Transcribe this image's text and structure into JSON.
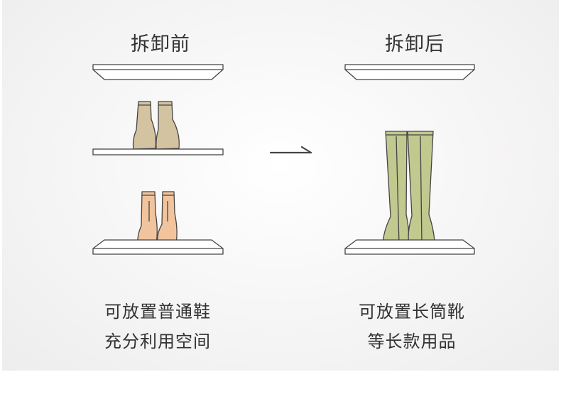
{
  "before": {
    "title": "拆卸前",
    "caption_line1": "可放置普通鞋",
    "caption_line2": "充分利用空间"
  },
  "after": {
    "title": "拆卸后",
    "caption_line1": "可放置长筒靴",
    "caption_line2": "等长款用品"
  },
  "colors": {
    "ankle_boots": "#d4c3a0",
    "short_boots": "#f2c49d",
    "tall_boots": "#c1c98f",
    "outline": "#444444",
    "text": "#333333"
  },
  "icons": {
    "arrow": "right-arrow-icon"
  }
}
